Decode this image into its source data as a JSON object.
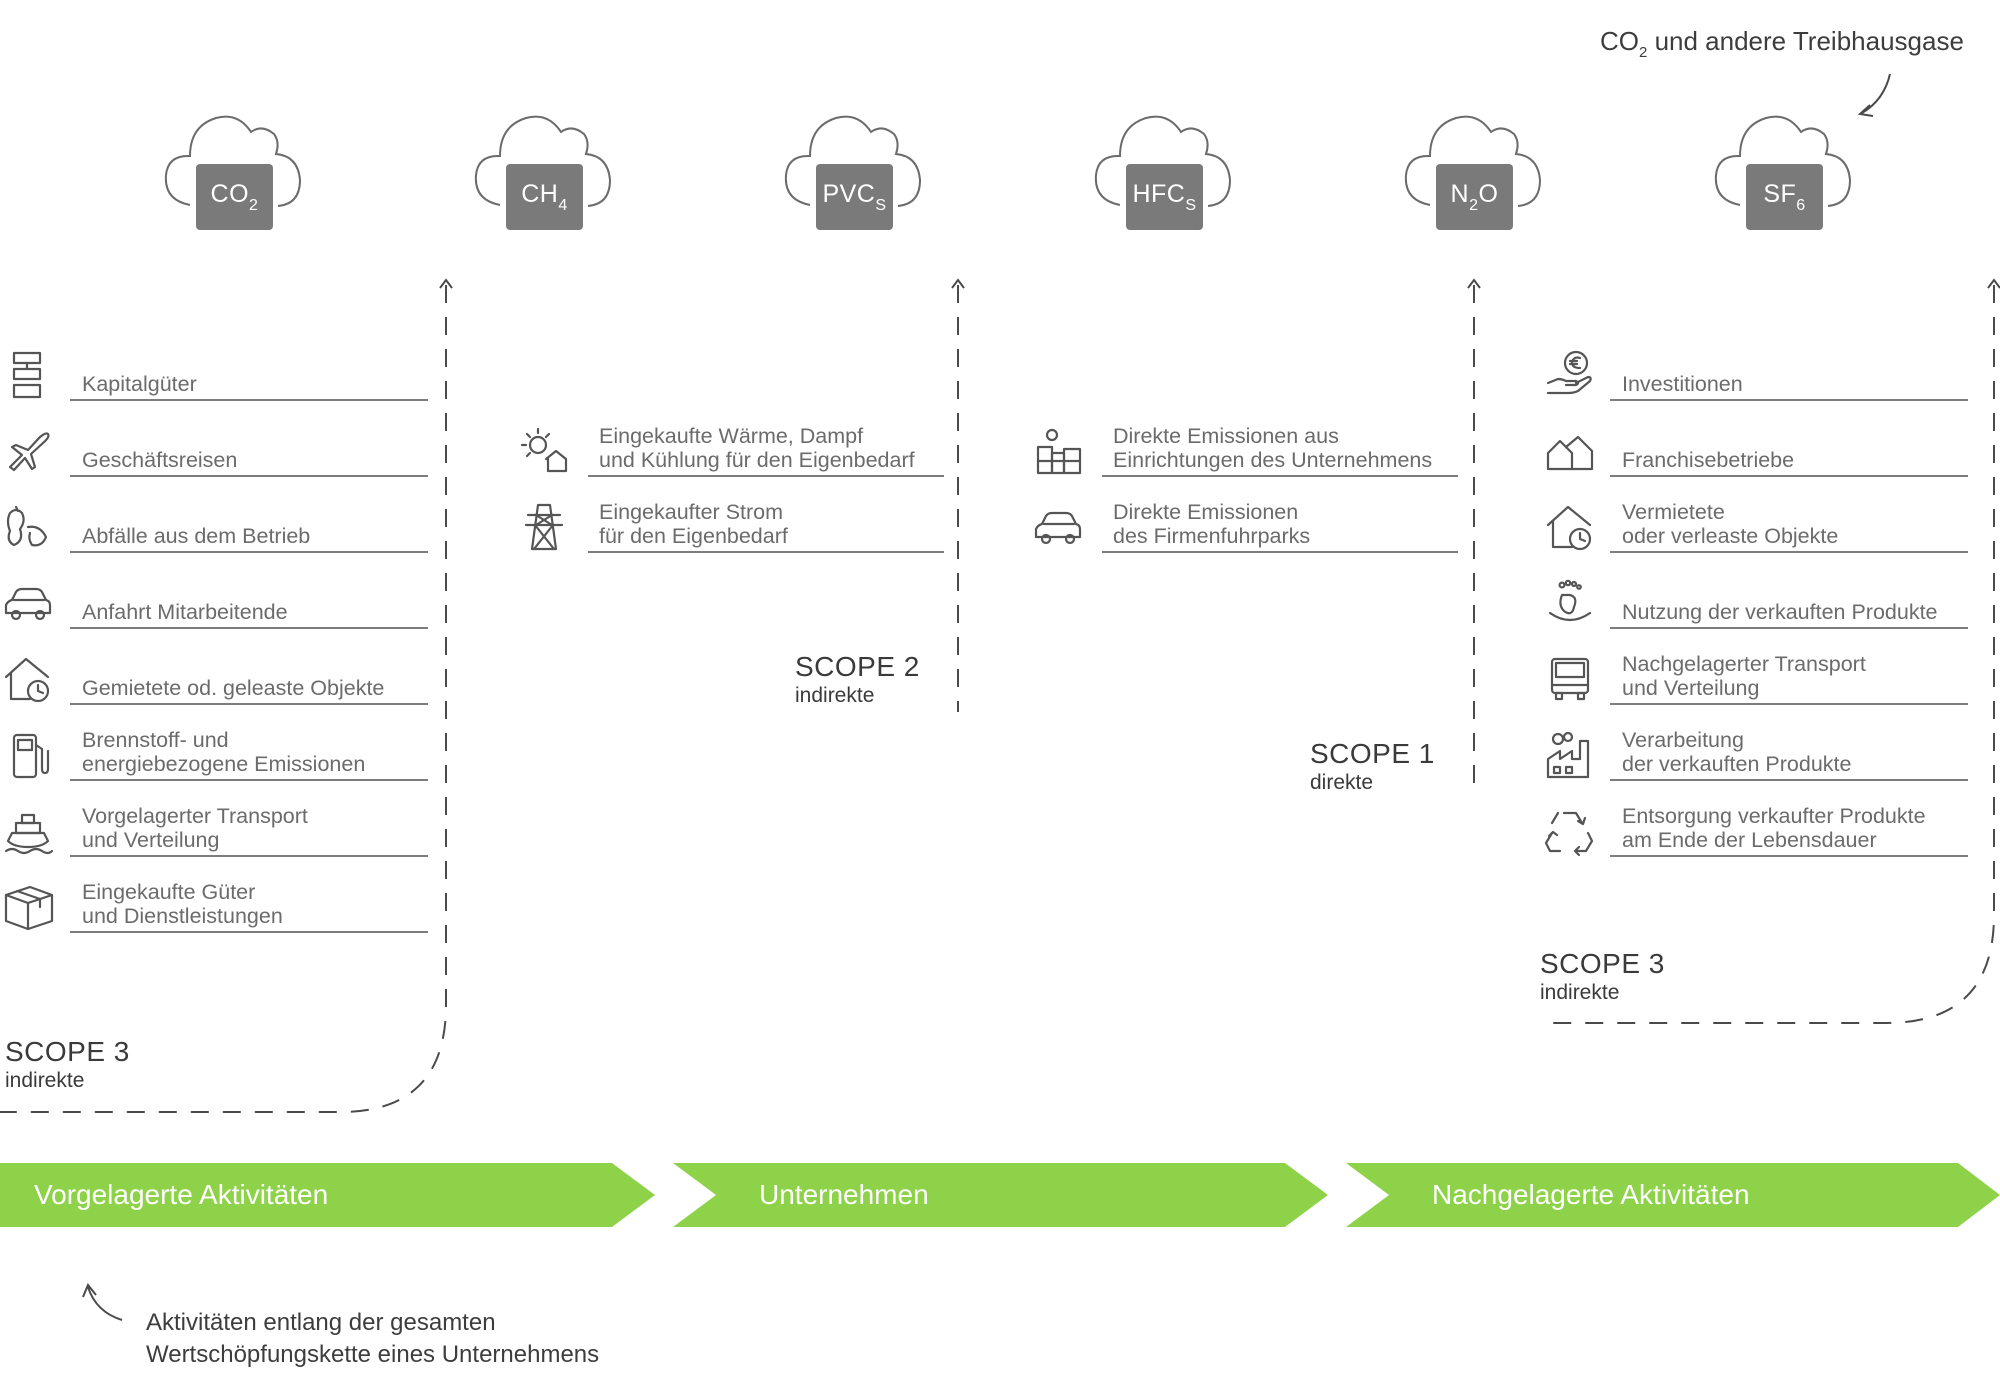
{
  "top_annotation": {
    "prefix": "CO",
    "sub": "2",
    "rest": " und andere Treibhausgase"
  },
  "gases": [
    {
      "main": "CO",
      "sub": "2",
      "after": ""
    },
    {
      "main": "CH",
      "sub": "4",
      "after": ""
    },
    {
      "main": "PVC",
      "sub": "S",
      "after": ""
    },
    {
      "main": "HFC",
      "sub": "S",
      "after": ""
    },
    {
      "main": "N",
      "sub": "2",
      "after": "O"
    },
    {
      "main": "SF",
      "sub": "6",
      "after": ""
    }
  ],
  "upstream": {
    "scope_title": "SCOPE 3",
    "scope_sub": "indirekte",
    "items": [
      {
        "l1": "Kapitalgüter",
        "l2": "",
        "icon": "capital-goods-icon"
      },
      {
        "l1": "Geschäftsreisen",
        "l2": "",
        "icon": "airplane-icon"
      },
      {
        "l1": "Abfälle aus dem Betrieb",
        "l2": "",
        "icon": "waste-icon"
      },
      {
        "l1": "Anfahrt Mitarbeitende",
        "l2": "",
        "icon": "car-icon"
      },
      {
        "l1": "Gemietete od. geleaste Objekte",
        "l2": "",
        "icon": "house-clock-icon"
      },
      {
        "l1": "Brennstoff- und",
        "l2": "energiebezogene Emissionen",
        "icon": "fuel-pump-icon"
      },
      {
        "l1": "Vorgelagerter Transport",
        "l2": "und Verteilung",
        "icon": "ship-icon"
      },
      {
        "l1": "Eingekaufte Güter",
        "l2": "und Dienstleistungen",
        "icon": "package-box-icon"
      }
    ]
  },
  "scope2": {
    "scope_title": "SCOPE 2",
    "scope_sub": "indirekte",
    "items": [
      {
        "l1": "Eingekaufte Wärme, Dampf",
        "l2": "und Kühlung für den Eigenbedarf",
        "icon": "sun-house-icon"
      },
      {
        "l1": "Eingekaufter Strom",
        "l2": "für den Eigenbedarf",
        "icon": "power-tower-icon"
      }
    ]
  },
  "scope1": {
    "scope_title": "SCOPE 1",
    "scope_sub": "direkte",
    "items": [
      {
        "l1": "Direkte Emissionen aus",
        "l2": "Einrichtungen des Unternehmens",
        "icon": "facility-icon"
      },
      {
        "l1": "Direkte Emissionen",
        "l2": "des Firmenfuhrparks",
        "icon": "car-icon"
      }
    ]
  },
  "downstream": {
    "scope_title": "SCOPE 3",
    "scope_sub": "indirekte",
    "items": [
      {
        "l1": "Investitionen",
        "l2": "",
        "icon": "hand-euro-icon"
      },
      {
        "l1": "Franchisebetriebe",
        "l2": "",
        "icon": "houses-icon"
      },
      {
        "l1": "Vermietete",
        "l2": "oder verleaste Objekte",
        "icon": "house-clock-icon"
      },
      {
        "l1": "Nutzung der verkauften Produkte",
        "l2": "",
        "icon": "footprint-icon"
      },
      {
        "l1": "Nachgelagerter Transport",
        "l2": "und Verteilung",
        "icon": "truck-icon"
      },
      {
        "l1": "Verarbeitung",
        "l2": "der verkauften Produkte",
        "icon": "factory-icon"
      },
      {
        "l1": "Entsorgung verkaufter Produkte",
        "l2": "am Ende der Lebensdauer",
        "icon": "recycle-icon"
      }
    ]
  },
  "chevrons": [
    "Vorgelagerte Aktivitäten",
    "Unternehmen",
    "Nachgelagerte Aktivitäten"
  ],
  "chevron_color": "#8ed24a",
  "bottom_annotation": {
    "l1": "Aktivitäten entlang der gesamten",
    "l2": "Wertschöpfungskette eines Unternehmens"
  }
}
